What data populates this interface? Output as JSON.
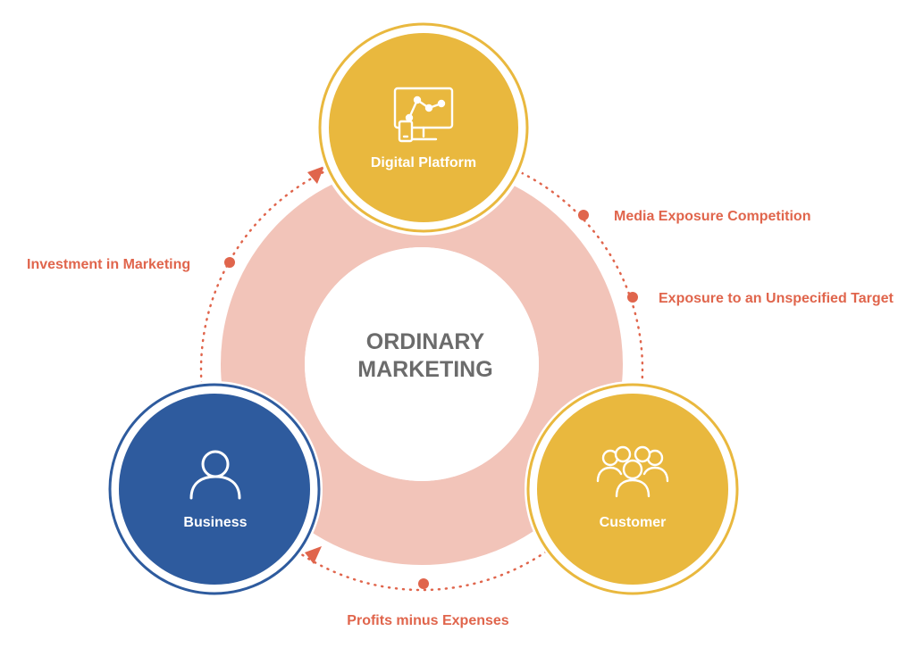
{
  "center": {
    "line1": "ORDINARY",
    "line2": "MARKETING"
  },
  "nodes": {
    "digital_platform": {
      "label": "Digital Platform",
      "icon": "monitor-network-icon",
      "color": "#e9b83e"
    },
    "business": {
      "label": "Business",
      "icon": "user-icon",
      "color": "#2e5b9e"
    },
    "customer": {
      "label": "Customer",
      "icon": "group-icon",
      "color": "#e9b83e"
    }
  },
  "edges": {
    "investment": "Investment in Marketing",
    "media_exposure": "Media Exposure Competition",
    "unspecified_target": "Exposure to an Unspecified Target",
    "profits": "Profits minus Expenses"
  },
  "colors": {
    "ring": "#f2c4b9",
    "accent": "#e0654c",
    "yellow": "#e9b83e",
    "blue": "#2e5b9e",
    "center_text": "#6b6b6b"
  }
}
